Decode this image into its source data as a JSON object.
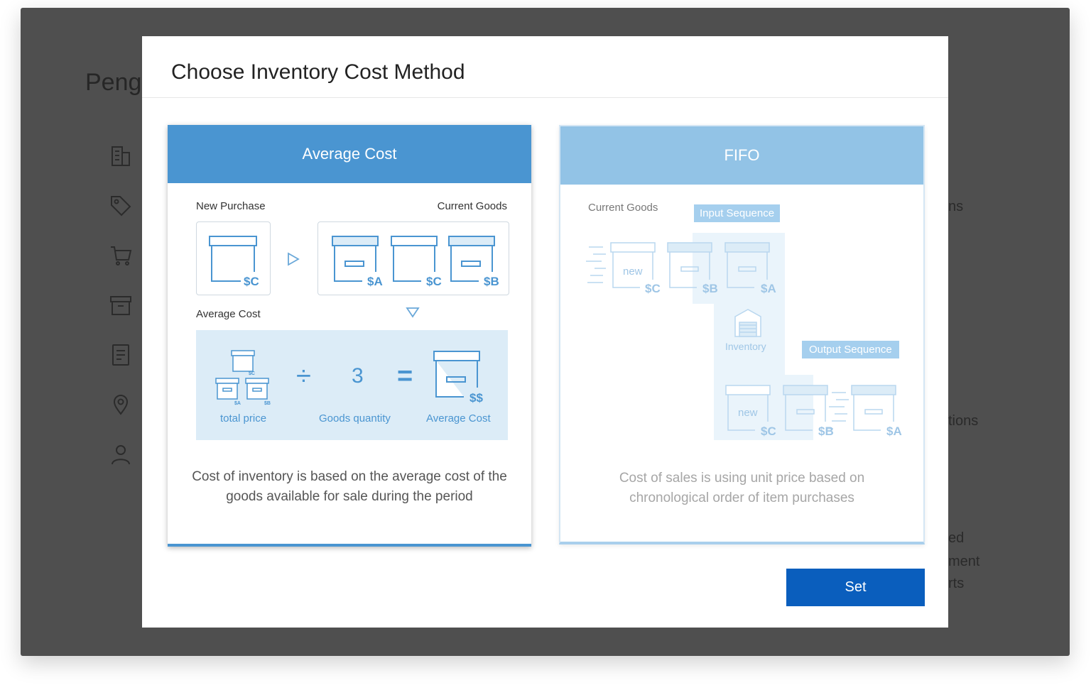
{
  "background_app": {
    "title_fragment": "Peng",
    "right_text_fragments": [
      "ns",
      "tions",
      "ed",
      "ment",
      "rts"
    ],
    "sidebar_icons": [
      "building-icon",
      "tag-icon",
      "cart-icon",
      "archive-icon",
      "document-icon",
      "location-icon",
      "user-icon"
    ]
  },
  "modal": {
    "title": "Choose Inventory Cost Method",
    "set_label": "Set"
  },
  "average_cost": {
    "header": "Average Cost",
    "new_purchase_label": "New Purchase",
    "current_goods_label": "Current Goods",
    "average_cost_label": "Average Cost",
    "new_purchase_price": "$C",
    "current_goods_prices": [
      "$A",
      "$C",
      "$B"
    ],
    "formula": {
      "total_price_label": "total price",
      "mini_prices": [
        "$C",
        "$A",
        "$B"
      ],
      "divide_symbol": "÷",
      "quantity_value": "3",
      "quantity_label": "Goods quantity",
      "equals_symbol": "=",
      "result_price": "$$",
      "result_label": "Average Cost"
    },
    "description_line1": "Cost of inventory is based on the average cost of the",
    "description_line2": "goods available for sale during the period"
  },
  "fifo": {
    "header": "FIFO",
    "current_goods_label": "Current Goods",
    "input_sequence_label": "Input Sequence",
    "output_sequence_label": "Output Sequence",
    "inventory_label": "Inventory",
    "new_label": "new",
    "input_prices": [
      "$C",
      "$B",
      "$A"
    ],
    "output_prices": [
      "$C",
      "$B",
      "$A"
    ],
    "description_line1": "Cost of sales is using unit price based on",
    "description_line2": "chronological order of item purchases"
  },
  "colors": {
    "accent_blue": "#4a95d1",
    "light_blue": "#92c3e6",
    "button_blue": "#0a5ebd",
    "overlay_gray": "#4f4f4f"
  }
}
